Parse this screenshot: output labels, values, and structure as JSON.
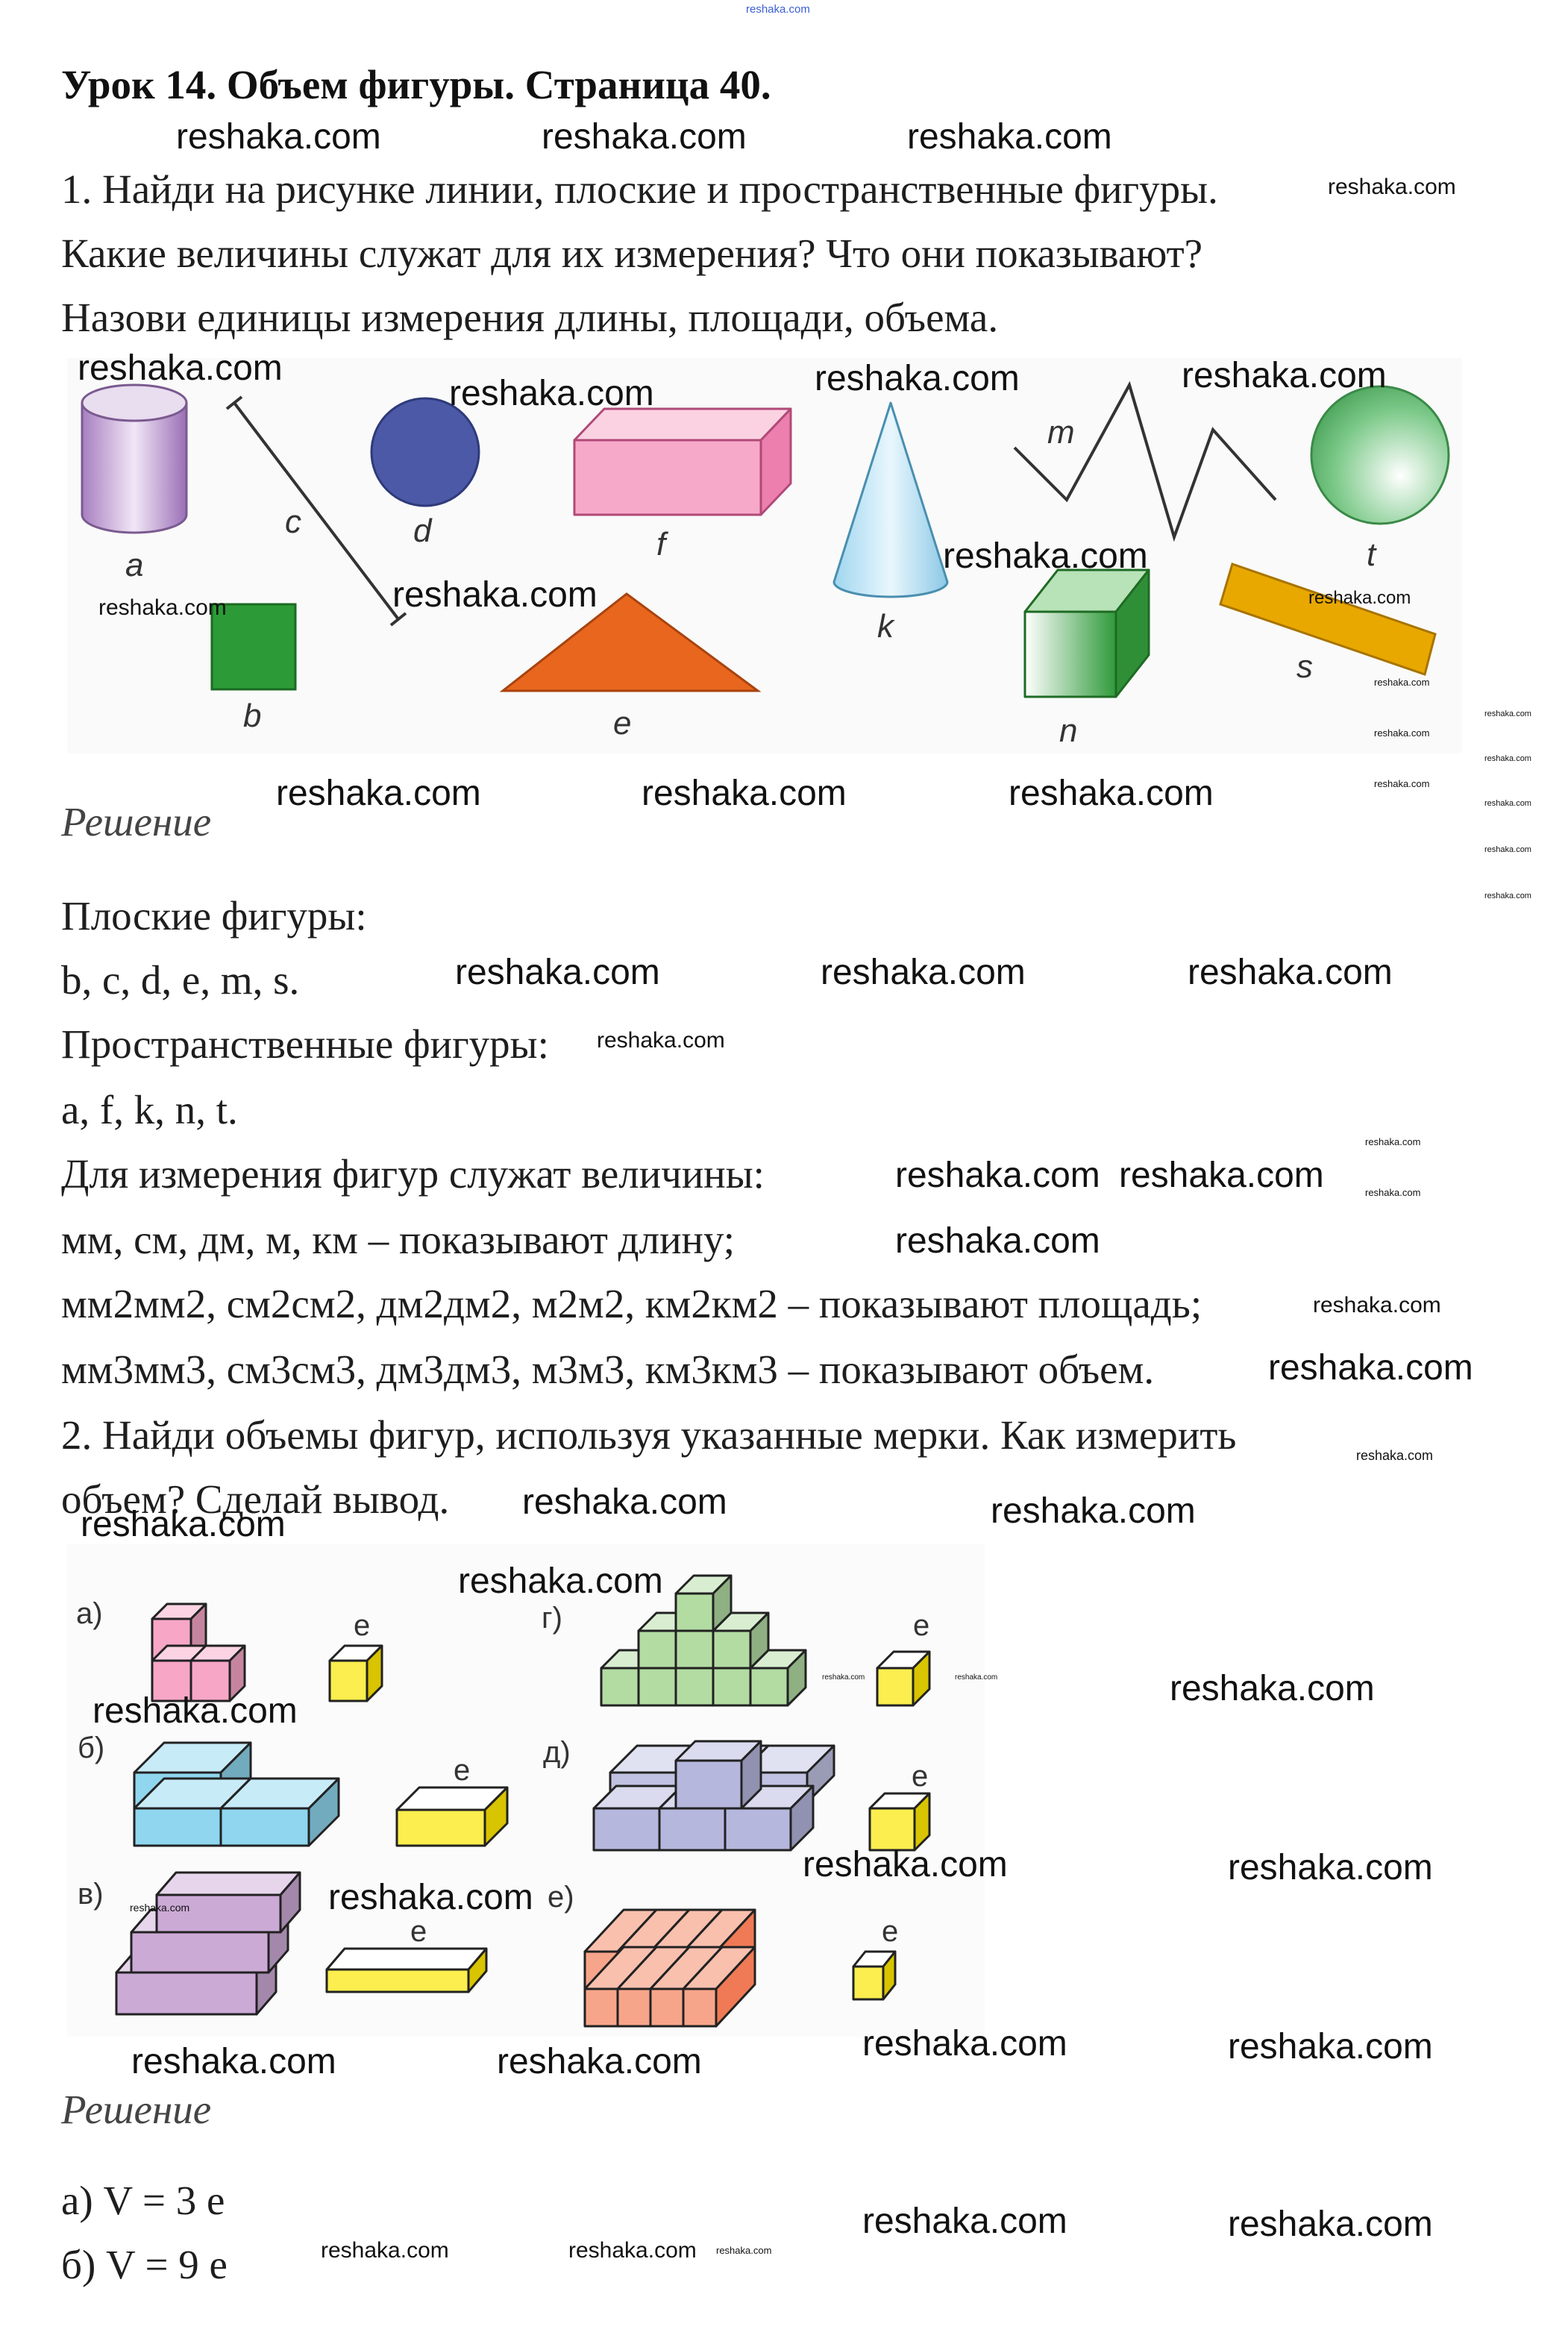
{
  "watermark": "reshaka.com",
  "top_link": "reshaka.com",
  "title": "Урок 14. Объем фигуры. Страница 40.",
  "task1": {
    "lines": [
      "1. Найди на рисунке линии, плоские и пространственные фигуры.",
      "Какие величины служат для их измерения? Что они показывают?",
      "Назови единицы измерения длины, площади, объема."
    ],
    "figure_labels": {
      "a": "a",
      "b": "b",
      "c": "c",
      "d": "d",
      "e": "e",
      "f": "f",
      "k": "k",
      "m": "m",
      "n": "n",
      "s": "s",
      "t": "t"
    }
  },
  "solution1": {
    "heading": "Решение",
    "lines": [
      "Плоские фигуры:",
      "b, c, d, e, m, s.",
      "Пространственные фигуры:",
      "a, f, k, n, t.",
      "Для измерения фигур служат величины:",
      "мм, см, дм, м, км – показывают длину;",
      "мм2мм2, см2см2, дм2дм2, м2м2, км2км2 – показывают площадь;",
      "мм3мм3, см3см3, дм3дм3, м3м3, км3км3 – показывают объем."
    ]
  },
  "task2": {
    "lines": [
      "2. Найди объемы фигур, используя указанные мерки. Как измерить",
      "объем? Сделай вывод."
    ],
    "figure_labels": [
      "а)",
      "б)",
      "в)",
      "г)",
      "д)",
      "е)"
    ],
    "unit_label": "е"
  },
  "solution2": {
    "heading": "Решение",
    "lines": [
      "а)  V = 3 е",
      "б)  V = 9 е"
    ]
  }
}
